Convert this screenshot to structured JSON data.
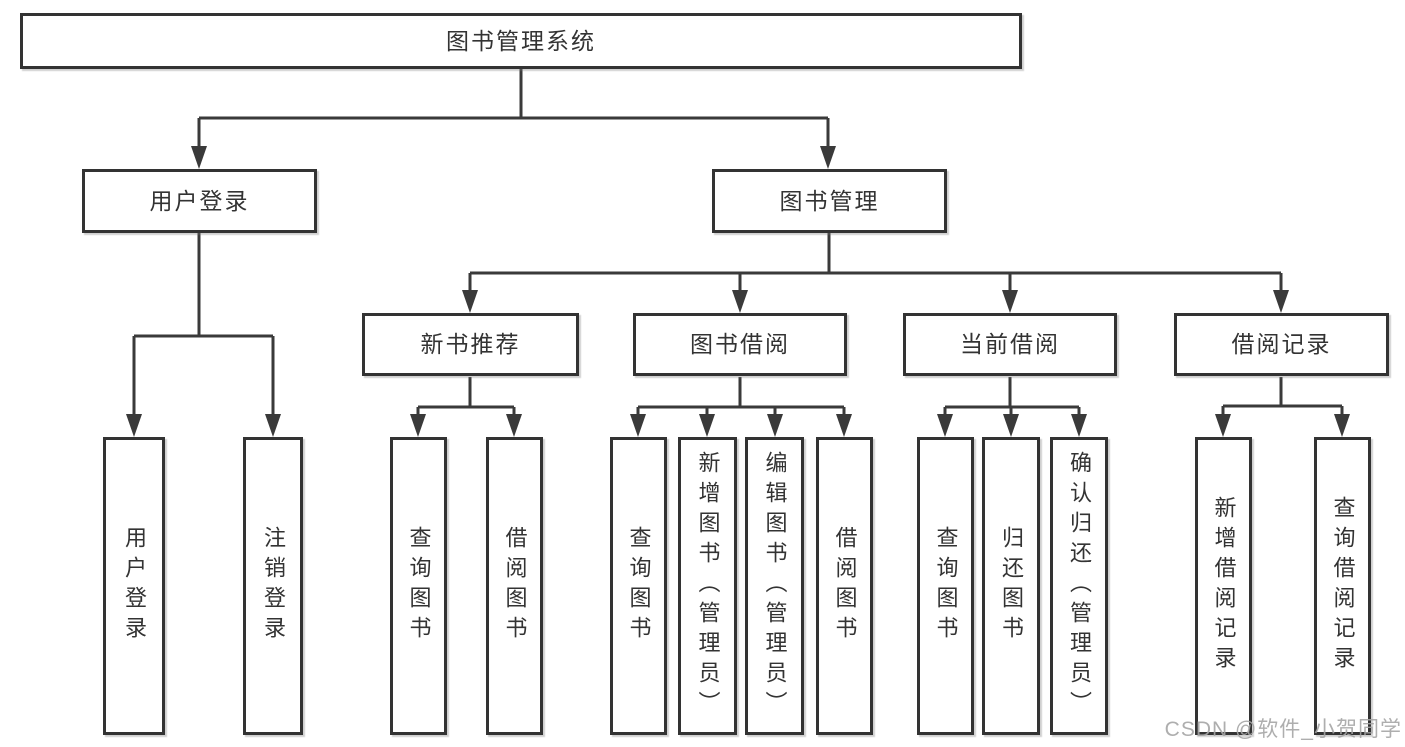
{
  "title": "图书管理系统",
  "colors": {
    "background": "#ffffff",
    "line": "#3a3a3a",
    "box_border": "#333333",
    "text": "#333333",
    "watermark": "#a5a5a5"
  },
  "tree": {
    "label": "图书管理系统",
    "children": [
      {
        "label": "用户登录",
        "children": [
          {
            "label": "用户登录"
          },
          {
            "label": "注销登录"
          }
        ]
      },
      {
        "label": "图书管理",
        "children": [
          {
            "label": "新书推荐",
            "children": [
              {
                "label": "查询图书"
              },
              {
                "label": "借阅图书"
              }
            ]
          },
          {
            "label": "图书借阅",
            "children": [
              {
                "label": "查询图书"
              },
              {
                "label": "新增图书（管理员）"
              },
              {
                "label": "编辑图书（管理员）"
              },
              {
                "label": "借阅图书"
              }
            ]
          },
          {
            "label": "当前借阅",
            "children": [
              {
                "label": "查询图书"
              },
              {
                "label": "归还图书"
              },
              {
                "label": "确认归还（管理员）"
              }
            ]
          },
          {
            "label": "借阅记录",
            "children": [
              {
                "label": "新增借阅记录"
              },
              {
                "label": "查询借阅记录"
              }
            ]
          }
        ]
      }
    ]
  },
  "watermark": {
    "text": "CSDN @软件_小贺同学"
  }
}
